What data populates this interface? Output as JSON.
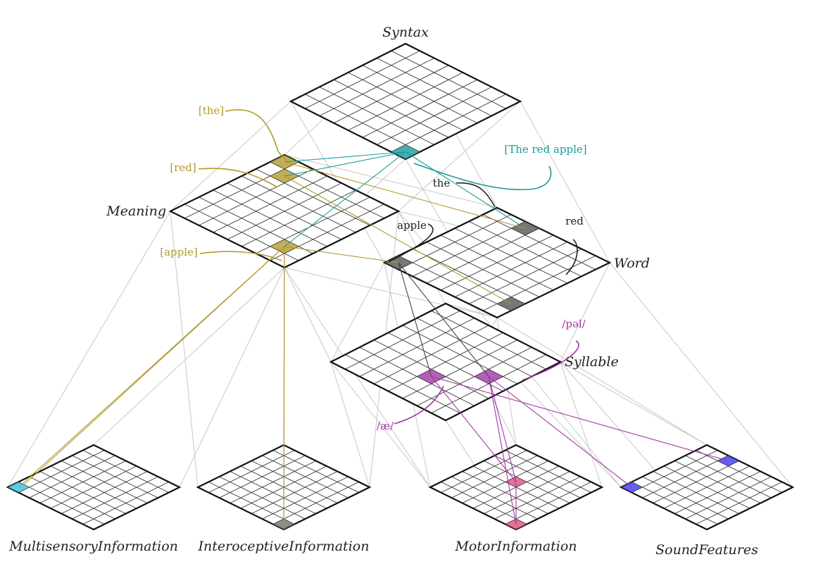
{
  "layers": [
    {
      "id": "syntax",
      "label": "Syntax"
    },
    {
      "id": "meaning",
      "label": "Meaning"
    },
    {
      "id": "word",
      "label": "Word"
    },
    {
      "id": "syllable",
      "label": "Syllable"
    },
    {
      "id": "multisensory",
      "label": "MultisensoryInformation"
    },
    {
      "id": "interoceptive",
      "label": "InteroceptiveInformation"
    },
    {
      "id": "motor",
      "label": "MotorInformation"
    },
    {
      "id": "sound",
      "label": "SoundFeatures"
    }
  ],
  "annotations": [
    {
      "id": "the-meaning",
      "text": "[the]"
    },
    {
      "id": "red-meaning",
      "text": "[red]"
    },
    {
      "id": "apple-meaning",
      "text": "[apple]"
    },
    {
      "id": "phrase",
      "text": "[The red apple]"
    },
    {
      "id": "the-word",
      "text": "the"
    },
    {
      "id": "apple-word",
      "text": "apple"
    },
    {
      "id": "red-word",
      "text": "red"
    },
    {
      "id": "pel-syllable",
      "text": "/pəl/"
    },
    {
      "id": "ae-syllable",
      "text": "/æ/"
    }
  ],
  "colors": {
    "meaning": "#b39a2e",
    "syntax": "#1a9a9a",
    "word": "#222222",
    "syllable": "#a238a6",
    "multisensory": "#2ec4e6",
    "motor": "#e0507a",
    "sound": "#3a3af0",
    "interoceptive": "#707070",
    "grid": "#cccccc"
  }
}
